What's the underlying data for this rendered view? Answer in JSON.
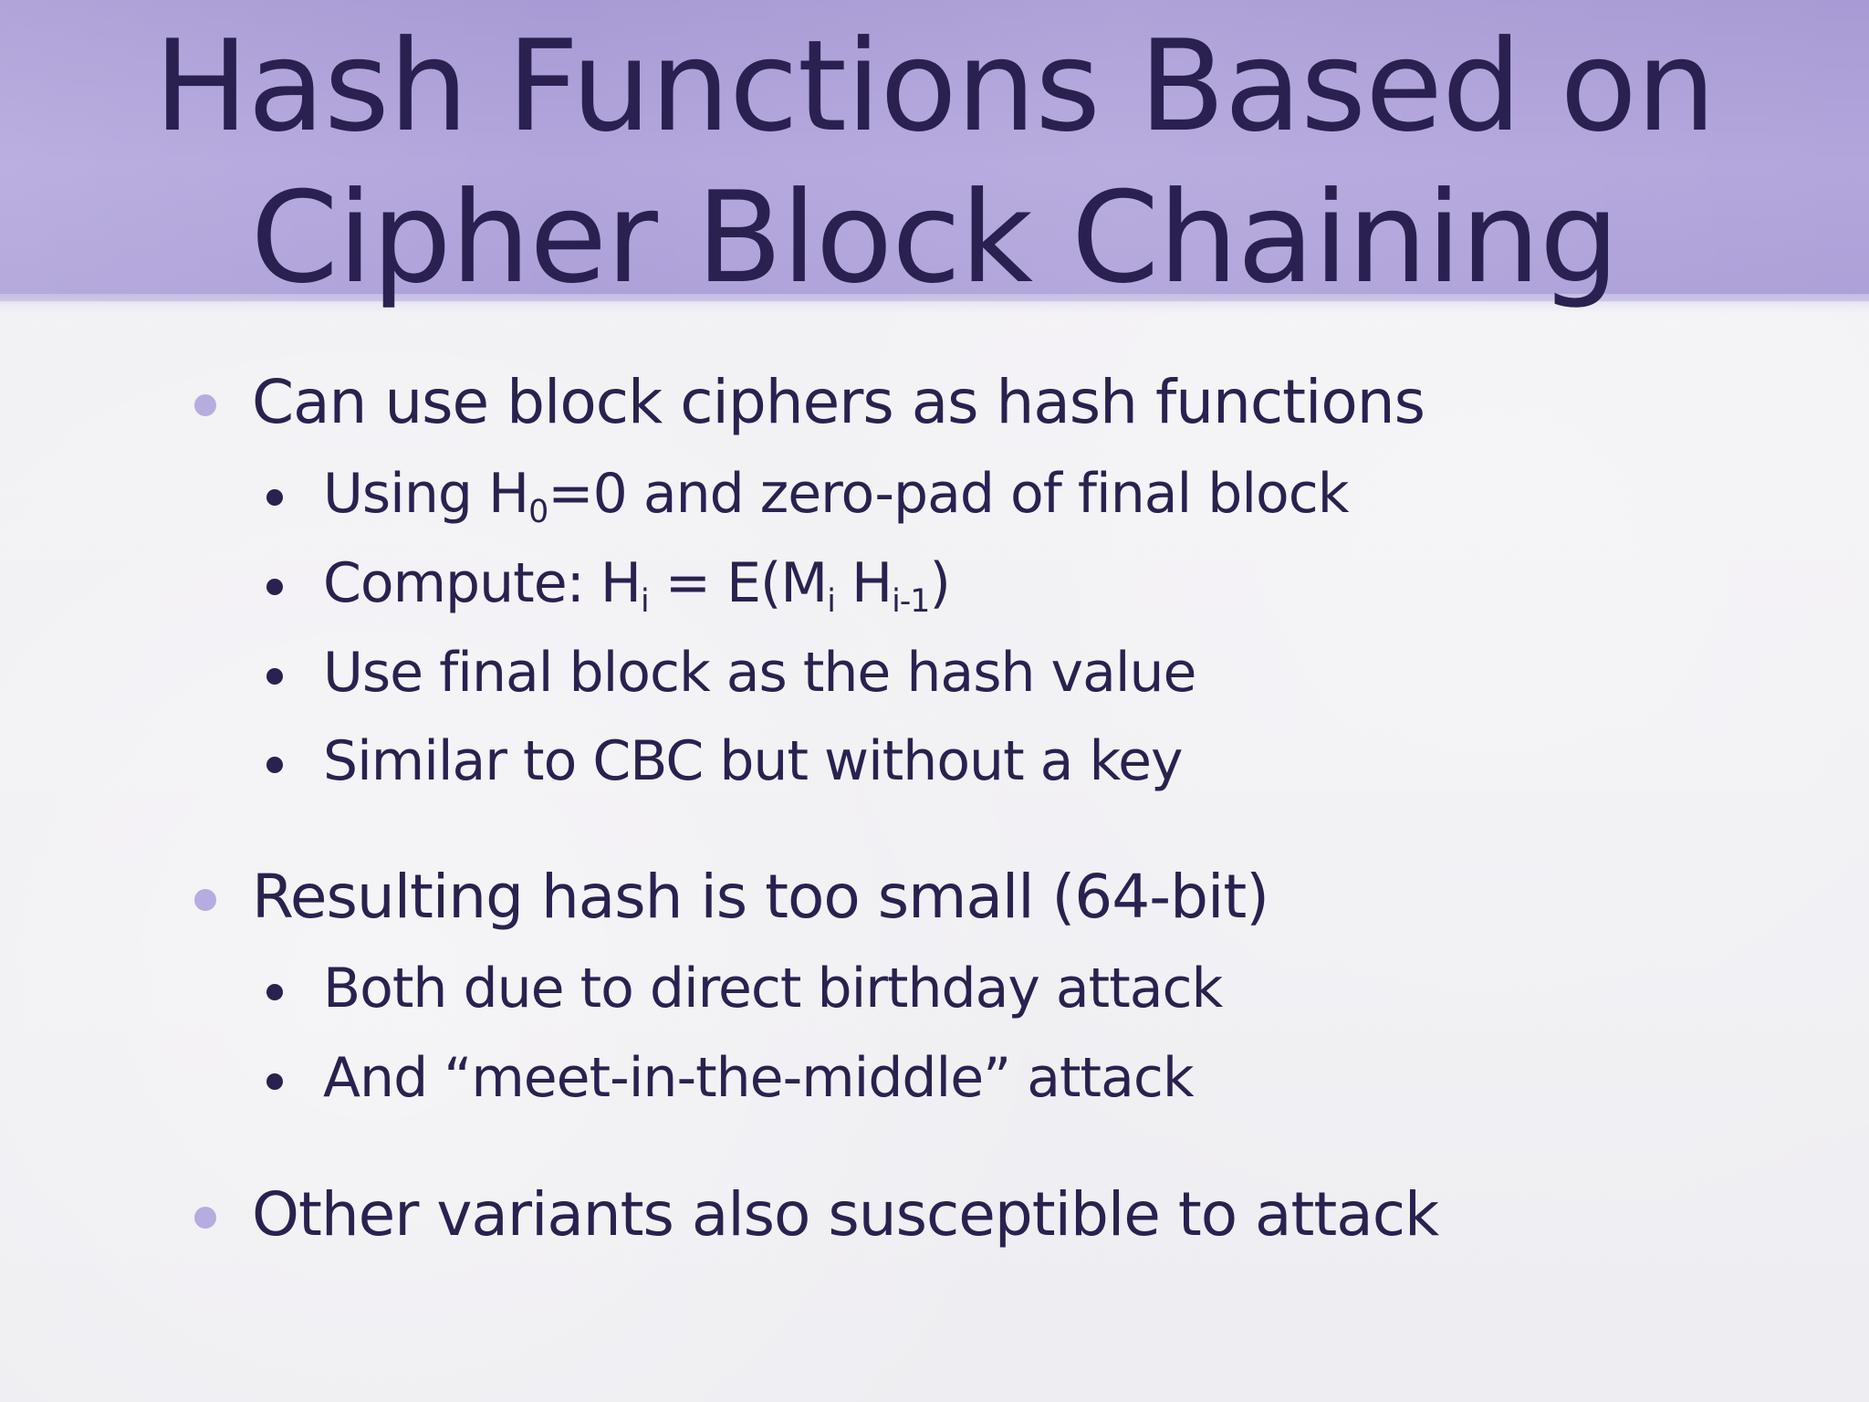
{
  "slide": {
    "title_line1": "Hash Functions Based on",
    "title_line2": "Cipher Block Chaining",
    "bullets": [
      {
        "text": "Can use block ciphers as hash functions",
        "sub": [
          {
            "pre": "Using H",
            "s1": "0",
            "post": "=0 and zero-pad of final block"
          },
          {
            "pre": "Compute: H",
            "s1": "i",
            "mid1": " = E(M",
            "s2": "i",
            "mid2": " H",
            "s3": "i-1",
            "post": ")"
          },
          {
            "text": "Use final block as the hash value"
          },
          {
            "text": "Similar to CBC but without a key"
          }
        ]
      },
      {
        "text": "Resulting hash is too small (64-bit)",
        "sub": [
          {
            "text": "Both due to direct birthday attack"
          },
          {
            "text": "And “meet-in-the-middle” attack"
          }
        ]
      },
      {
        "text": "Other variants also susceptible to attack"
      }
    ]
  }
}
